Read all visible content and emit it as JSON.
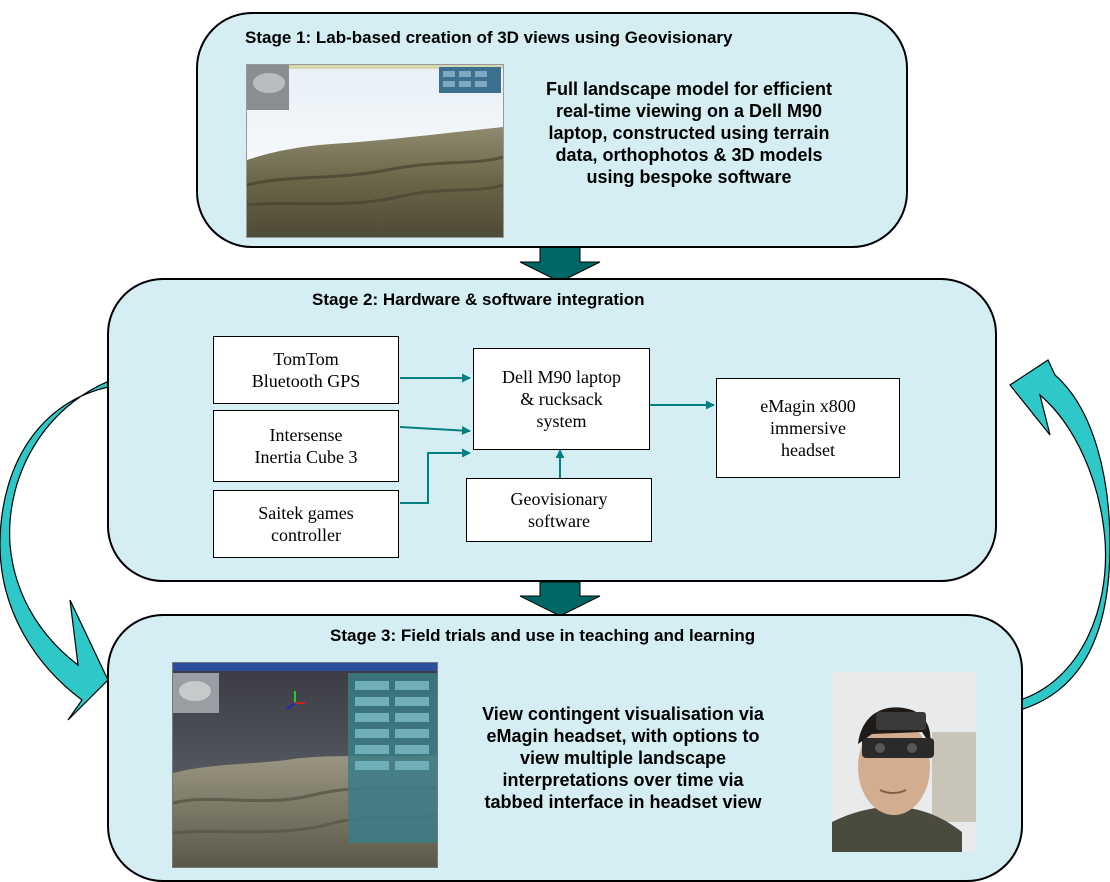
{
  "stage1": {
    "title": "Stage 1: Lab-based creation of 3D views using Geovisionary",
    "description": "Full landscape model  for efficient\nreal-time viewing on a Dell  M90\nlaptop, constructed using terrain\ndata, orthophotos & 3D models\nusing bespoke software"
  },
  "stage2": {
    "title": "Stage 2: Hardware & software integration",
    "inputs": [
      {
        "label": "TomTom\nBluetooth GPS"
      },
      {
        "label": "Intersense\nInertia Cube 3"
      },
      {
        "label": "Saitek games\ncontroller"
      }
    ],
    "laptop": {
      "label": "Dell M90 laptop\n& rucksack\nsystem"
    },
    "software": {
      "label": "Geovisionary\nsoftware"
    },
    "headset": {
      "label": "eMagin x800\nimmersive\nheadset"
    }
  },
  "stage3": {
    "title": "Stage 3: Field trials and use in teaching and learning",
    "description": "View contingent visualisation via\neMagin headset, with options to\nview multiple landscape\ninterpretations over time via\ntabbed interface in headset view"
  },
  "colors": {
    "box_fill": "#d5eef4",
    "connector": "#008080",
    "flow_arrow": "#006666",
    "cycle_arrow": "#2ec8c8"
  }
}
